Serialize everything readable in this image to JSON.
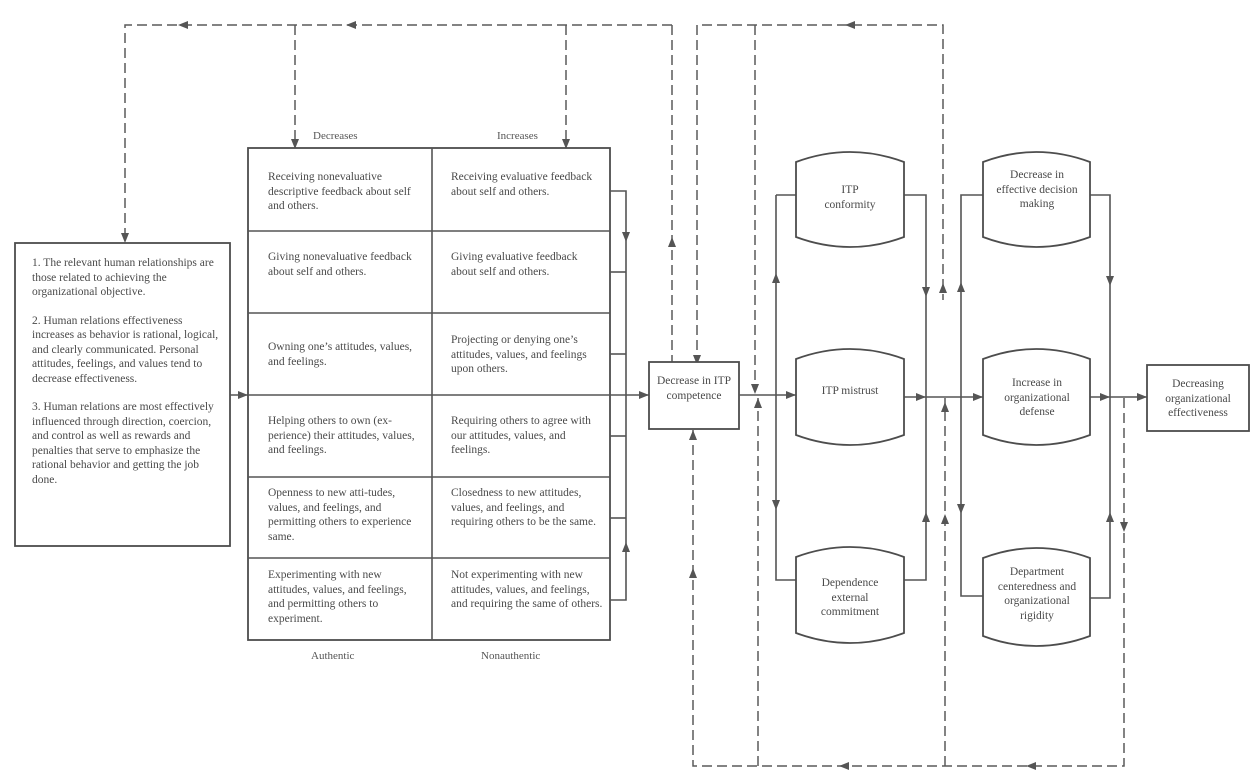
{
  "premises": {
    "items": [
      "1.  The relevant human relationships are those related to achieving the organizational objective.",
      "2.  Human relations effectiveness increases as behavior is rational, logical, and clearly communicated. Personal attitudes, feelings, and values tend to decrease effectiveness.",
      "3.  Human relations are most effectively influenced through direction, coercion, and control as well as rewards and penalties that serve to emphasize the rational behavior and getting the job done."
    ]
  },
  "table": {
    "top_labels": {
      "left": "Decreases",
      "right": "Increases"
    },
    "bottom_labels": {
      "left": "Authentic",
      "right": "Nonauthentic"
    },
    "rows": [
      {
        "authentic": "Receiving nonevaluative descriptive feedback about self and others.",
        "nonauthentic": "Receiving evaluative feedback about self and others."
      },
      {
        "authentic": "Giving nonevaluative feedback about self and others.",
        "nonauthentic": "Giving evaluative feedback about self and others."
      },
      {
        "authentic": "Owning one’s attitudes, values, and feelings.",
        "nonauthentic": "Projecting or denying one’s attitudes, values, and feelings upon others."
      },
      {
        "authentic": "Helping others to own (ex-perience) their attitudes, values, and feelings.",
        "nonauthentic": "Requiring others to agree with our attitudes, values, and feelings."
      },
      {
        "authentic": "Openness to new atti-tudes, values, and feelings, and permitting others to experience same.",
        "nonauthentic": "Closedness to new attitudes, values, and feelings, and requiring others to be the same."
      },
      {
        "authentic": "Experimenting with new attitudes, values, and feelings, and permitting others to experiment.",
        "nonauthentic": "Not experimenting with new attitudes, values, and feelings, and requiring the same of others."
      }
    ]
  },
  "nodes": {
    "itp_competence": "Decrease in ITP competence",
    "itp_conformity": "ITP conformity",
    "itp_mistrust": "ITP mistrust",
    "dependence": "Dependence external commitment",
    "decision_making": "Decrease in effective decision making",
    "org_defense": "Increase in organizational defense",
    "dept_centeredness": "Department centeredness and organizational rigidity",
    "org_effectiveness": "Decreasing organizational effectiveness"
  }
}
